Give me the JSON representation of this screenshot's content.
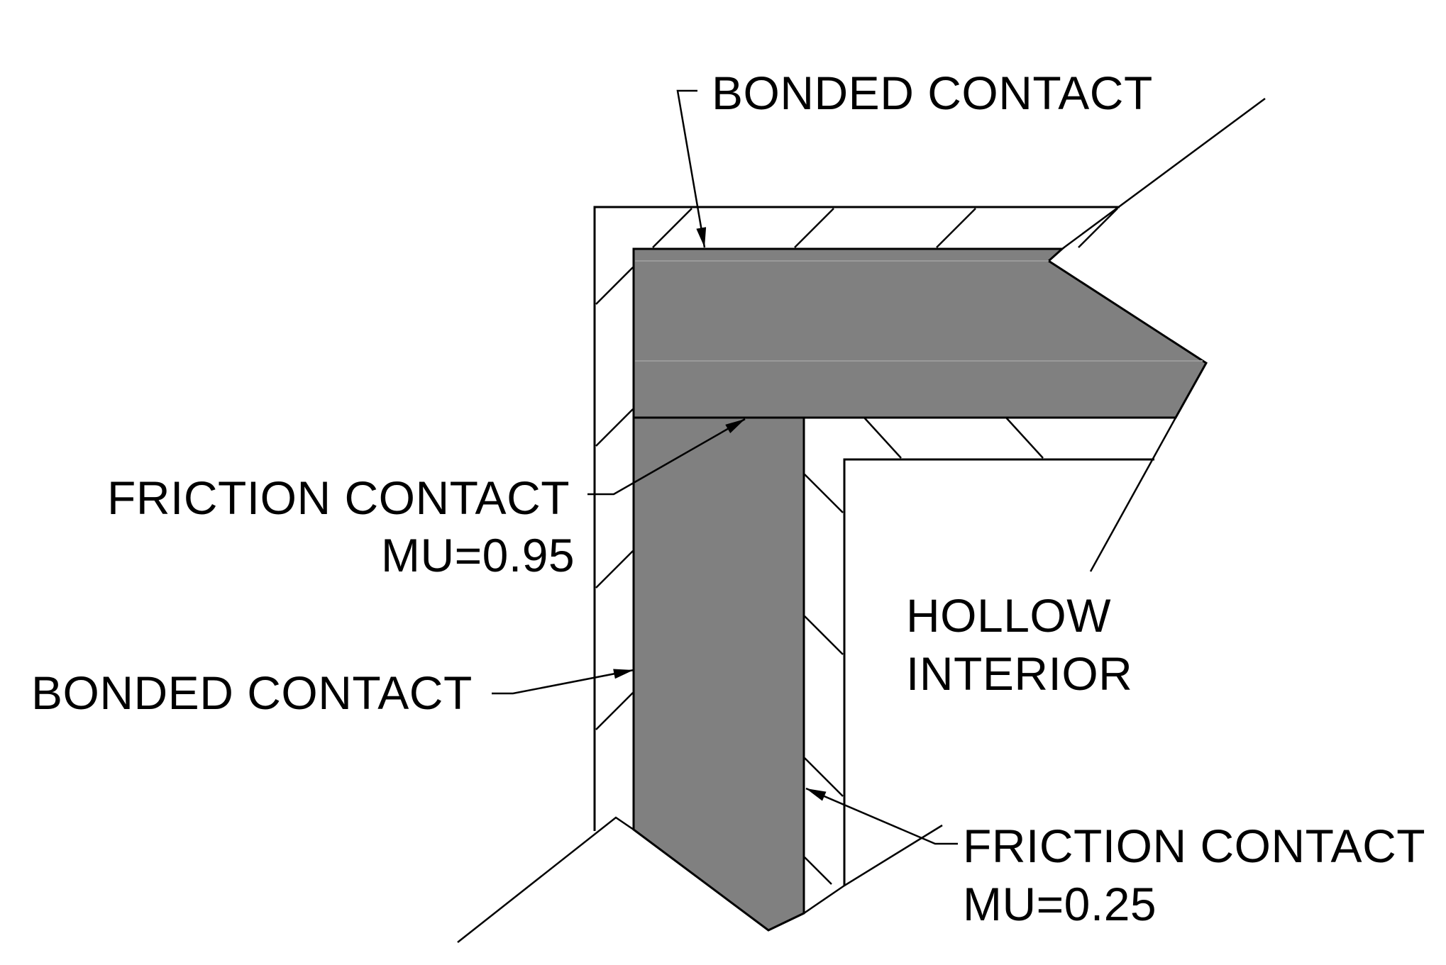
{
  "labels": {
    "bonded_contact_top": "BONDED CONTACT",
    "friction_contact_1": "FRICTION CONTACT",
    "friction_mu_1": "MU=0.95",
    "bonded_contact_left": "BONDED CONTACT",
    "hollow_interior_1": "HOLLOW",
    "hollow_interior_2": "INTERIOR",
    "friction_contact_2": "FRICTION CONTACT",
    "friction_mu_2": "MU=0.25"
  },
  "colors": {
    "solid_fill": "#808080",
    "line": "#000000",
    "background": "#ffffff"
  }
}
